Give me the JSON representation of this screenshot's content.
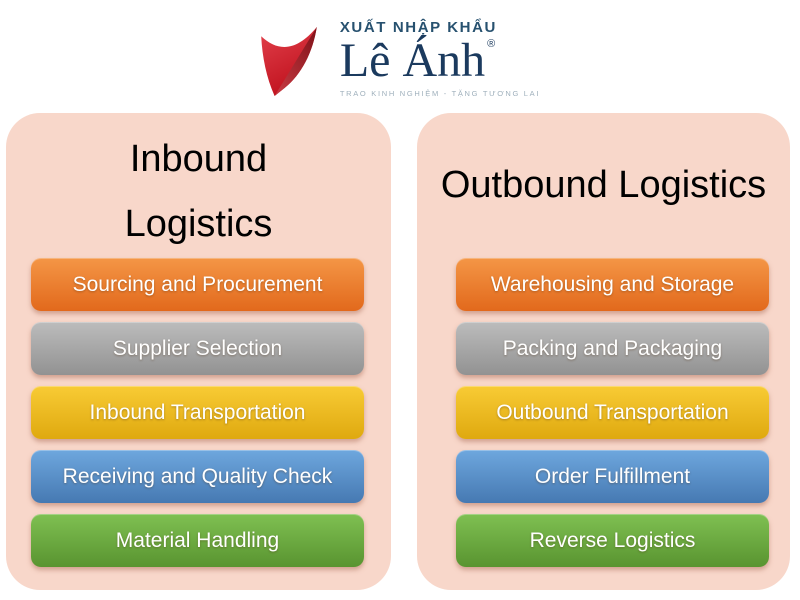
{
  "logo": {
    "icon": "leanh-flag-icon",
    "brand_top": "XUẤT NHẬP KHẨU",
    "brand_name": "Lê Ánh",
    "registered_mark": "®",
    "tagline": "TRAO KINH NGHIỆM - TẶNG TƯƠNG LAI",
    "colors": {
      "navy": "#1b3a5e",
      "steel_navy": "#27516f",
      "tagline_gray": "#9fb0bc",
      "flag_red_light": "#d6232e",
      "flag_red_dark": "#8f141c"
    }
  },
  "panels": [
    {
      "id": "inbound",
      "title_lines": [
        "Inbound",
        "Logistics"
      ],
      "items": [
        {
          "label": "Sourcing and Procurement",
          "color": "orange"
        },
        {
          "label": "Supplier Selection",
          "color": "gray"
        },
        {
          "label": "Inbound Transportation",
          "color": "yellow"
        },
        {
          "label": "Receiving and Quality Check",
          "color": "blue"
        },
        {
          "label": "Material Handling",
          "color": "green"
        }
      ]
    },
    {
      "id": "outbound",
      "title_lines": [
        "Outbound Logistics"
      ],
      "items": [
        {
          "label": "Warehousing and Storage",
          "color": "orange"
        },
        {
          "label": "Packing and Packaging",
          "color": "gray"
        },
        {
          "label": "Outbound Transportation",
          "color": "yellow"
        },
        {
          "label": "Order Fulfillment",
          "color": "blue"
        },
        {
          "label": "Reverse Logistics",
          "color": "green"
        }
      ]
    }
  ],
  "palette": {
    "panel_bg": "#f8d7ca",
    "orange": "#ed7d31",
    "gray": "#a6a6a6",
    "yellow": "#f0b713",
    "blue": "#5b9bd5",
    "green": "#70ad47",
    "title_text": "#000000",
    "step_text": "#ffffff"
  }
}
